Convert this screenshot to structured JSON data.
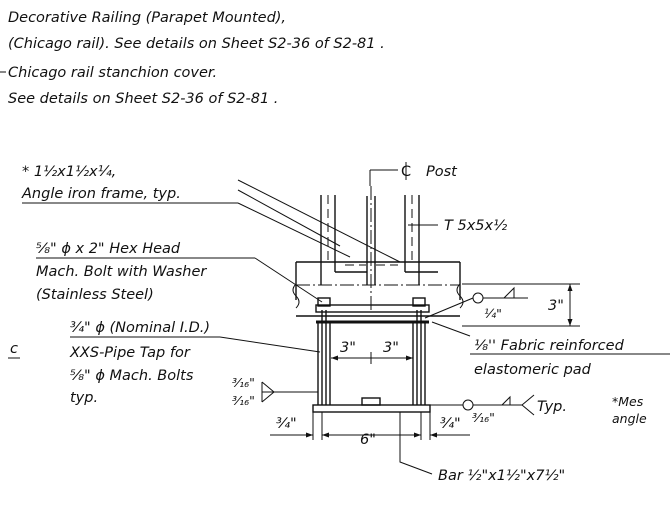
{
  "notes": {
    "railing_line1": "Decorative Railing (Parapet Mounted),",
    "railing_line2": "(Chicago rail). See details on Sheet S2-36 of S2-81 .",
    "cover_line1": "Chicago rail stanchion cover.",
    "cover_line2": "See details on Sheet S2-36 of S2-81 ."
  },
  "labels": {
    "angle_size": "* 1½x1½x¼,",
    "angle_desc": "Angle iron frame, typ.",
    "post_cl": "Post",
    "tee": "T 5x5x½",
    "bolt_line1": "⅝\" ϕ x 2\" Hex Head",
    "bolt_line2": "Mach. Bolt with Washer",
    "bolt_line3": "(Stainless Steel)",
    "pipe_line1": "¾\" ϕ (Nominal I.D.)",
    "pipe_line2": "XXS-Pipe Tap for",
    "pipe_line3": "⅝\" ϕ Mach. Bolts",
    "pipe_line4": "typ.",
    "left_clip": "c",
    "pad_line1": "⅛'' Fabric reinforced",
    "pad_line2": "elastomeric pad",
    "weld_typ": "Typ.",
    "bar": "Bar ½\"x1½\"x7½\"",
    "right_clip1": "*Mes",
    "right_clip2": "angle"
  },
  "dimensions": {
    "left_half": "3\"",
    "right_half": "3\"",
    "plate_width": "6\"",
    "edge_left": "¾\"",
    "edge_right": "¾\"",
    "height": "3\"",
    "weld_left_top": "³⁄₁₆\"",
    "weld_left_bottom": "³⁄₁₆\"",
    "weld_right": "³⁄₁₆\"",
    "weld_top": "¼\""
  },
  "symbols": {
    "centerline": "centerline-symbol"
  }
}
